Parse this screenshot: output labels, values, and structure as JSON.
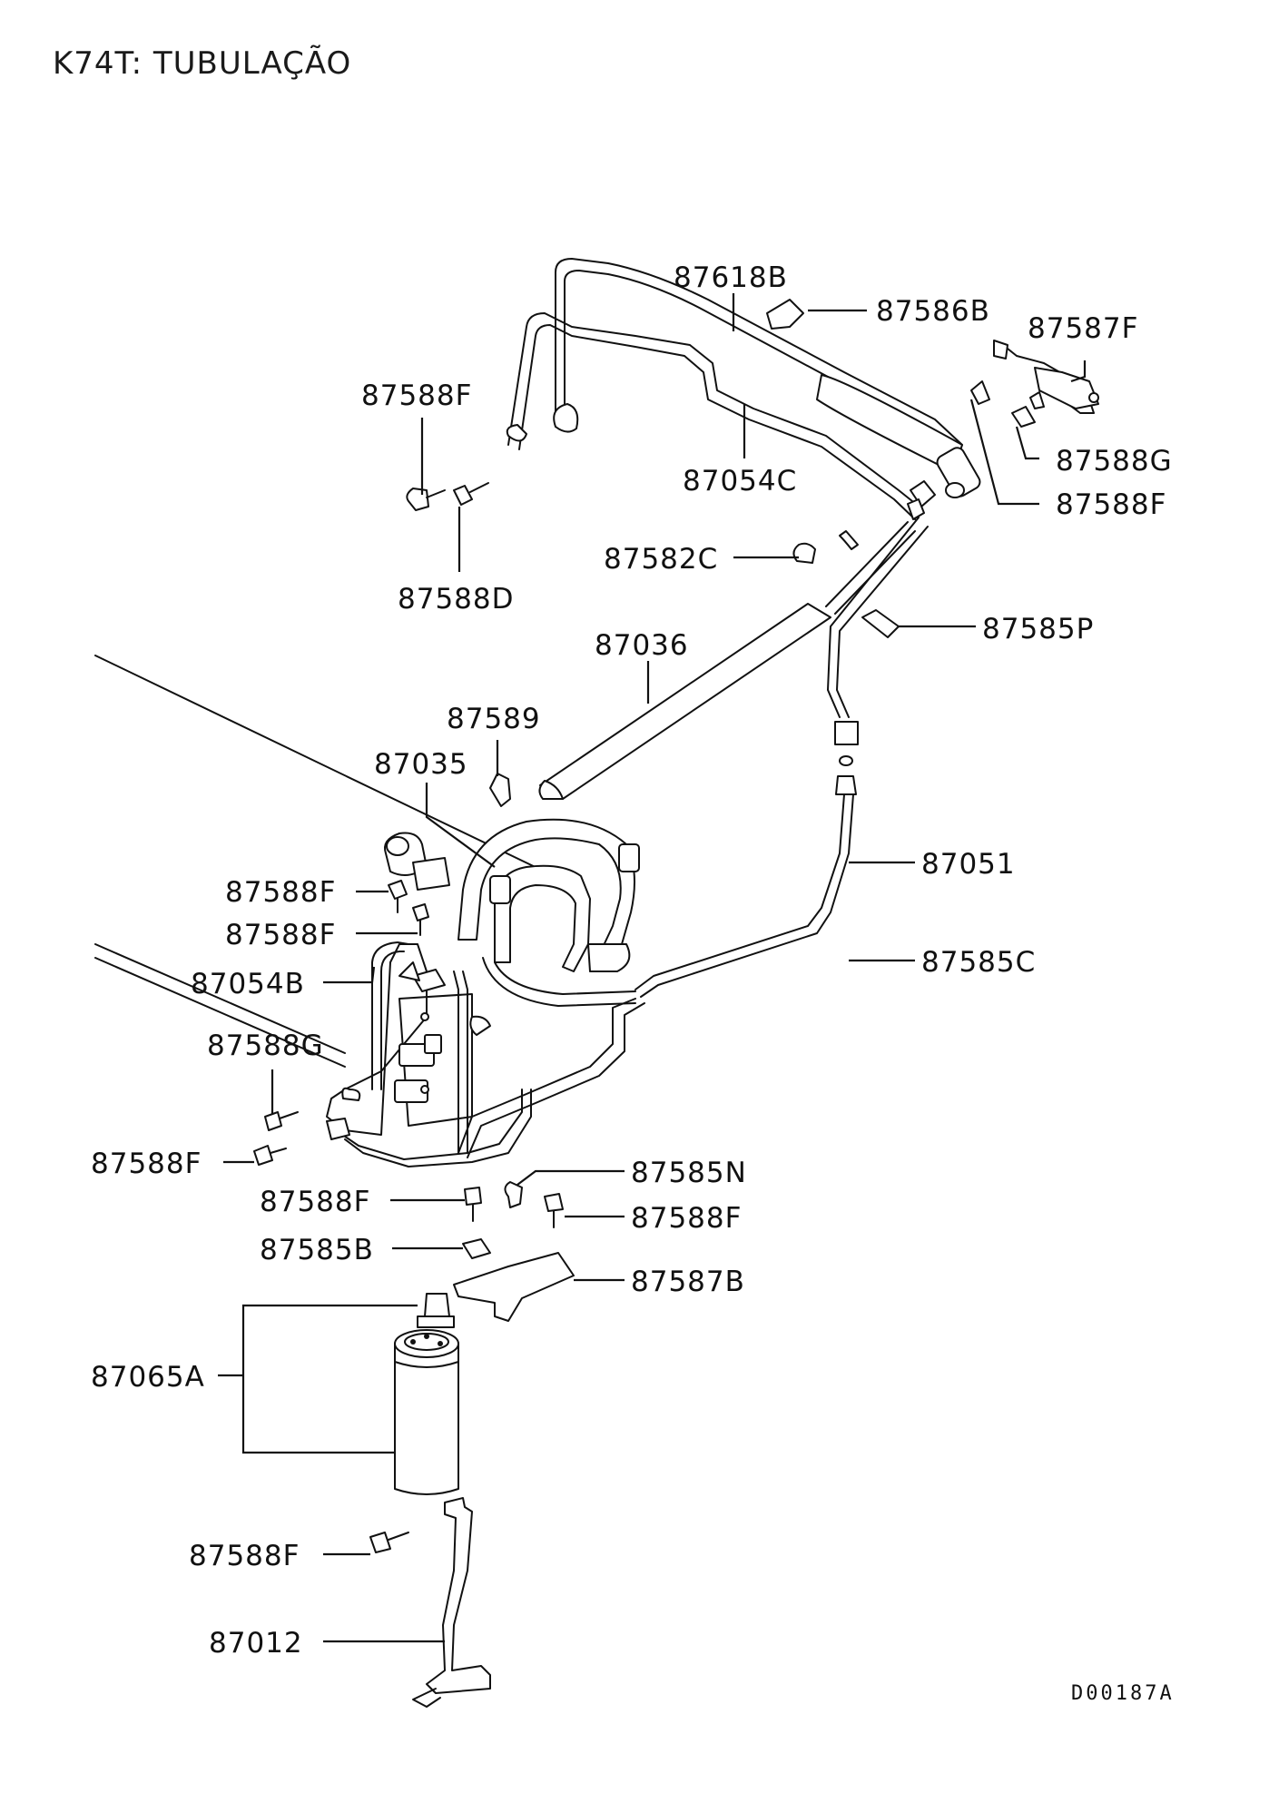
{
  "title": "K74T: TUBULAÇÃO",
  "drawing_code": "D00187A",
  "parts": {
    "p87618B": "87618B",
    "p87586B": "87586B",
    "p87587F": "87587F",
    "p87588F_top_left": "87588F",
    "p87588G_top_right": "87588G",
    "p87588F_top_right": "87588F",
    "p87054C": "87054C",
    "p87582C": "87582C",
    "p87588D": "87588D",
    "p87585P": "87585P",
    "p87036": "87036",
    "p87589": "87589",
    "p87035": "87035",
    "p87051": "87051",
    "p87588F_mid_1": "87588F",
    "p87588F_mid_2": "87588F",
    "p87585C": "87585C",
    "p87054B": "87054B",
    "p87588G_left": "87588G",
    "p87588F_left": "87588F",
    "p87585N": "87585N",
    "p87588F_low_left": "87588F",
    "p87588F_low_right": "87588F",
    "p87585B": "87585B",
    "p87587B": "87587B",
    "p87065A": "87065A",
    "p87588F_bottom": "87588F",
    "p87012": "87012"
  }
}
